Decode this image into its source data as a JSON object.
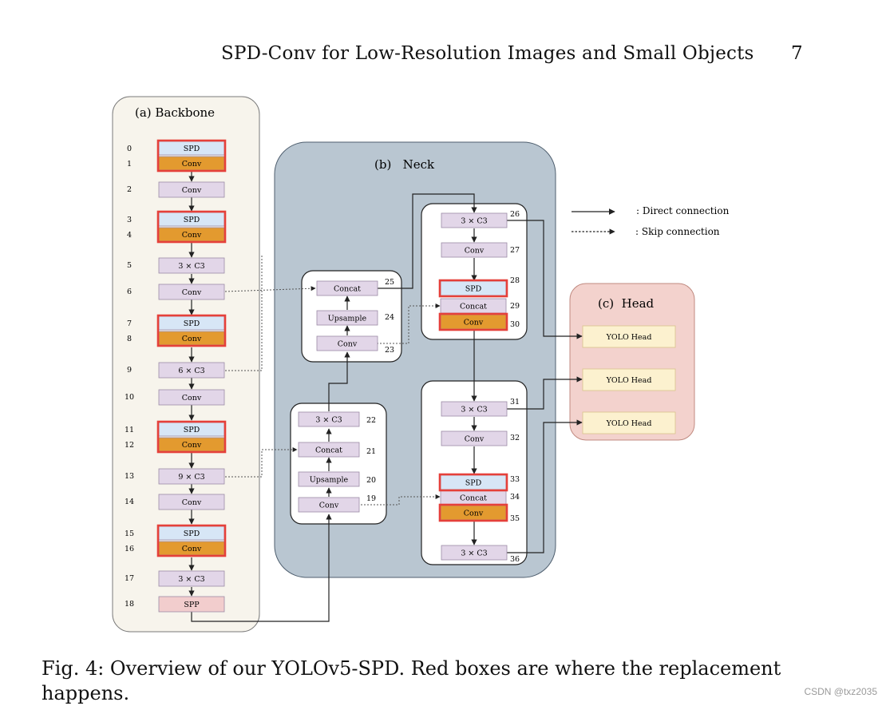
{
  "header": {
    "title": "SPD-Conv for Low-Resolution Images and Small Objects",
    "page_number": "7"
  },
  "figure": {
    "backbone": {
      "title": "(a)  Backbone",
      "blocks": [
        {
          "index": "0",
          "label": "SPD",
          "kind": "spd",
          "replaced": true
        },
        {
          "index": "1",
          "label": "Conv",
          "kind": "conv-orange",
          "replaced": true
        },
        {
          "index": "2",
          "label": "Conv",
          "kind": "plain",
          "replaced": false
        },
        {
          "index": "3",
          "label": "SPD",
          "kind": "spd",
          "replaced": true
        },
        {
          "index": "4",
          "label": "Conv",
          "kind": "conv-orange",
          "replaced": true
        },
        {
          "index": "5",
          "label": "3 × C3",
          "kind": "plain",
          "replaced": false
        },
        {
          "index": "6",
          "label": "Conv",
          "kind": "plain",
          "replaced": false
        },
        {
          "index": "7",
          "label": "SPD",
          "kind": "spd",
          "replaced": true
        },
        {
          "index": "8",
          "label": "Conv",
          "kind": "conv-orange",
          "replaced": true
        },
        {
          "index": "9",
          "label": "6 × C3",
          "kind": "plain",
          "replaced": false
        },
        {
          "index": "10",
          "label": "Conv",
          "kind": "plain",
          "replaced": false
        },
        {
          "index": "11",
          "label": "SPD",
          "kind": "spd",
          "replaced": true
        },
        {
          "index": "12",
          "label": "Conv",
          "kind": "conv-orange",
          "replaced": true
        },
        {
          "index": "13",
          "label": "9 × C3",
          "kind": "plain",
          "replaced": false
        },
        {
          "index": "14",
          "label": "Conv",
          "kind": "plain",
          "replaced": false
        },
        {
          "index": "15",
          "label": "SPD",
          "kind": "spd",
          "replaced": true
        },
        {
          "index": "16",
          "label": "Conv",
          "kind": "conv-orange",
          "replaced": true
        },
        {
          "index": "17",
          "label": "3 × C3",
          "kind": "plain",
          "replaced": false
        },
        {
          "index": "18",
          "label": "SPP",
          "kind": "spp",
          "replaced": false
        }
      ]
    },
    "neck": {
      "title": "(b)   Neck",
      "blocks": [
        {
          "index": "19",
          "label": "Conv",
          "kind": "plain"
        },
        {
          "index": "20",
          "label": "Upsample",
          "kind": "plain"
        },
        {
          "index": "21",
          "label": "Concat",
          "kind": "plain"
        },
        {
          "index": "22",
          "label": "3 × C3",
          "kind": "plain"
        },
        {
          "index": "23",
          "label": "Conv",
          "kind": "plain"
        },
        {
          "index": "24",
          "label": "Upsample",
          "kind": "plain"
        },
        {
          "index": "25",
          "label": "Concat",
          "kind": "plain"
        },
        {
          "index": "26",
          "label": "3 × C3",
          "kind": "plain"
        },
        {
          "index": "27",
          "label": "Conv",
          "kind": "plain"
        },
        {
          "index": "28",
          "label": "SPD",
          "kind": "spd"
        },
        {
          "index": "29",
          "label": "Concat",
          "kind": "plain"
        },
        {
          "index": "30",
          "label": "Conv",
          "kind": "conv-orange"
        },
        {
          "index": "31",
          "label": "3 × C3",
          "kind": "plain"
        },
        {
          "index": "32",
          "label": "Conv",
          "kind": "plain"
        },
        {
          "index": "33",
          "label": "SPD",
          "kind": "spd"
        },
        {
          "index": "34",
          "label": "Concat",
          "kind": "plain"
        },
        {
          "index": "35",
          "label": "Conv",
          "kind": "conv-orange"
        },
        {
          "index": "36",
          "label": "3 × C3",
          "kind": "plain"
        }
      ]
    },
    "head": {
      "title": "(c)  Head",
      "blocks": [
        {
          "label": "YOLO Head"
        },
        {
          "label": "YOLO Head"
        },
        {
          "label": "YOLO Head"
        }
      ]
    },
    "legend": {
      "direct": ": Direct connection",
      "skip": ": Skip connection"
    },
    "colors": {
      "backbone_bg": "#f7f4ec",
      "neck_bg": "#b9c6d1",
      "head_bg": "#f3d2cd",
      "plain_block": "#e2d6e8",
      "spd_block": "#d7e6f6",
      "conv_orange": "#e39a2f",
      "spp_block": "#f2cdcd",
      "yolo_head": "#fcf1cf",
      "replaced_border": "#e5403a"
    }
  },
  "caption": {
    "text": "Fig. 4: Overview of our YOLOv5-SPD. Red boxes are where the replacement happens."
  },
  "watermark": "CSDN @txz2035"
}
